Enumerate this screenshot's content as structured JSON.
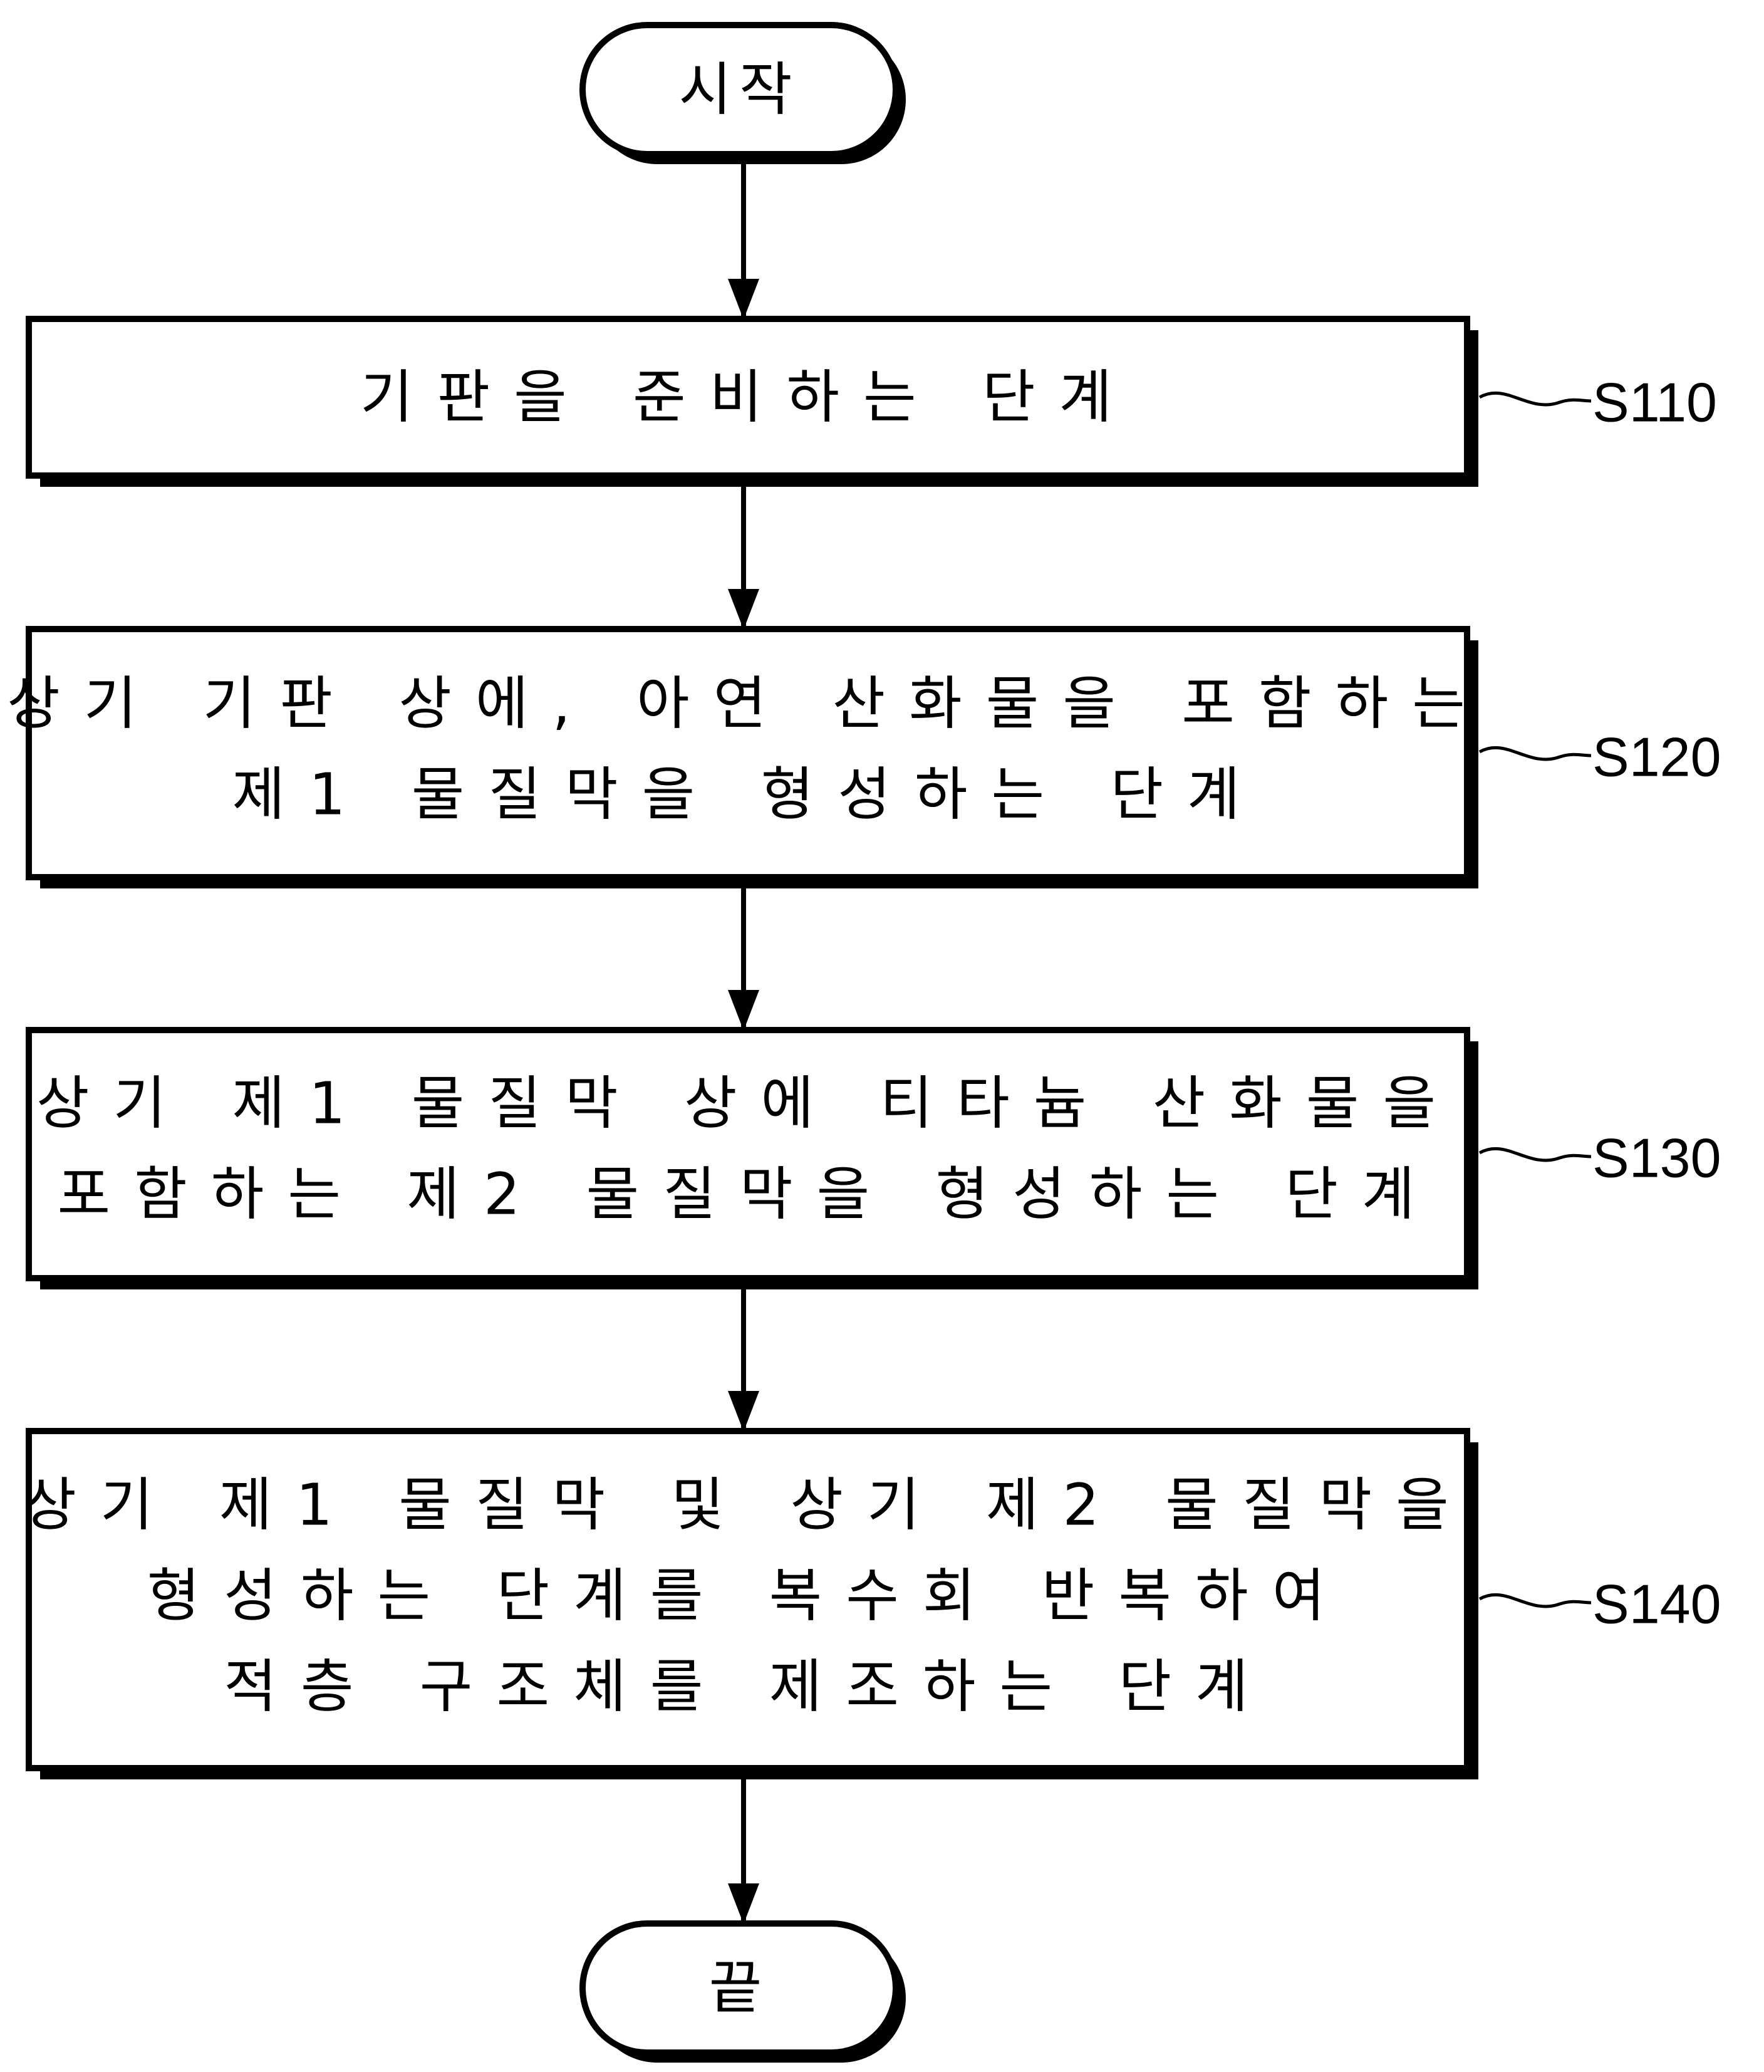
{
  "terminals": {
    "start": "시작",
    "end": "끝"
  },
  "steps": [
    {
      "id": "S110",
      "lines": [
        "기판을 준비하는 단계"
      ]
    },
    {
      "id": "S120",
      "lines": [
        "상기 기판 상에, 아연 산화물을 포함하는",
        "제1 물질막을 형성하는 단계"
      ]
    },
    {
      "id": "S130",
      "lines": [
        "상기 제1 물질막 상에 티타늄 산화물을",
        "포함하는 제2 물질막을 형성하는 단계"
      ]
    },
    {
      "id": "S140",
      "lines": [
        "상기 제1 물질막 및 상기 제2 물질막을",
        "형성하는 단계를 복수회 반복하여",
        "적층 구조체를 제조하는 단계"
      ]
    }
  ]
}
